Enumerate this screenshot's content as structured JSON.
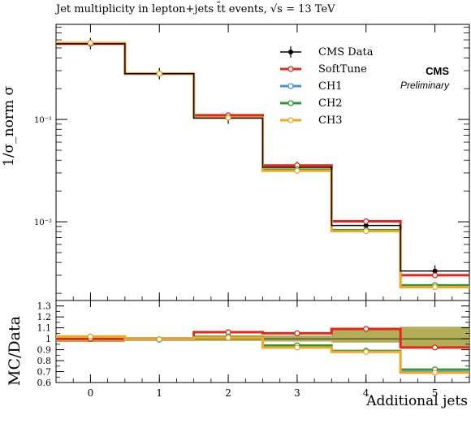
{
  "chart_data": {
    "type": "line",
    "title": "Jet multiplicity in lepton+jets t̄t events, √s = 13 TeV",
    "xlabel": "Additional jets",
    "ylabel": "1/σ_norm σ",
    "ratio_ylabel": "MC/Data",
    "experiment_label": "CMS",
    "status_label": "Preliminary",
    "x_ticks": [
      "0",
      "1",
      "2",
      "3",
      "4",
      "5"
    ],
    "bin_edges": [
      -0.5,
      0.5,
      1.5,
      2.5,
      3.5,
      4.5,
      5.5
    ],
    "y_scale": "log",
    "ylim": [
      0.0017,
      0.85
    ],
    "y_ticks": [
      {
        "value": 0.1,
        "label": "10⁻¹"
      },
      {
        "value": 0.01,
        "label": "10⁻²"
      }
    ],
    "ratio_ylim": [
      0.6,
      1.35
    ],
    "ratio_ticks": [
      "0.6",
      "0.7",
      "0.8",
      "0.9",
      "1",
      "1.1",
      "1.2",
      "1.3"
    ],
    "series": [
      {
        "name": "CMS Data",
        "color": "#000000",
        "marker": "dot",
        "values": [
          0.55,
          0.28,
          0.103,
          0.034,
          0.0092,
          0.0033
        ],
        "ratio": [
          1.0,
          1.0,
          1.0,
          1.0,
          1.0,
          1.0
        ]
      },
      {
        "name": "SoftTune",
        "color": "#e8251b",
        "marker": "circle",
        "values": [
          0.55,
          0.28,
          0.11,
          0.0355,
          0.0101,
          0.003
        ],
        "ratio": [
          1.0,
          0.995,
          1.06,
          1.05,
          1.09,
          0.92
        ]
      },
      {
        "name": "CH1",
        "color": "#4a90d9",
        "marker": "circle",
        "values": [
          0.56,
          0.28,
          0.104,
          0.032,
          0.0083,
          0.0024
        ],
        "ratio": [
          1.02,
          0.99,
          1.01,
          0.94,
          0.89,
          0.7
        ]
      },
      {
        "name": "CH2",
        "color": "#2e9b2e",
        "marker": "circle",
        "values": [
          0.56,
          0.28,
          0.105,
          0.0325,
          0.0083,
          0.0024
        ],
        "ratio": [
          1.02,
          0.995,
          1.02,
          0.94,
          0.89,
          0.72
        ]
      },
      {
        "name": "CH3",
        "color": "#f5a623",
        "marker": "circle",
        "values": [
          0.56,
          0.28,
          0.104,
          0.0315,
          0.0081,
          0.0023
        ],
        "ratio": [
          1.02,
          0.995,
          1.01,
          0.92,
          0.88,
          0.69
        ]
      }
    ],
    "uncertainty_band": {
      "color": "#a5a03a",
      "lo": [
        0.97,
        0.985,
        0.98,
        0.975,
        0.965,
        0.93
      ],
      "hi": [
        1.03,
        1.015,
        1.02,
        1.03,
        1.1,
        1.11
      ]
    },
    "grid": false,
    "legend_position": "top-right"
  }
}
